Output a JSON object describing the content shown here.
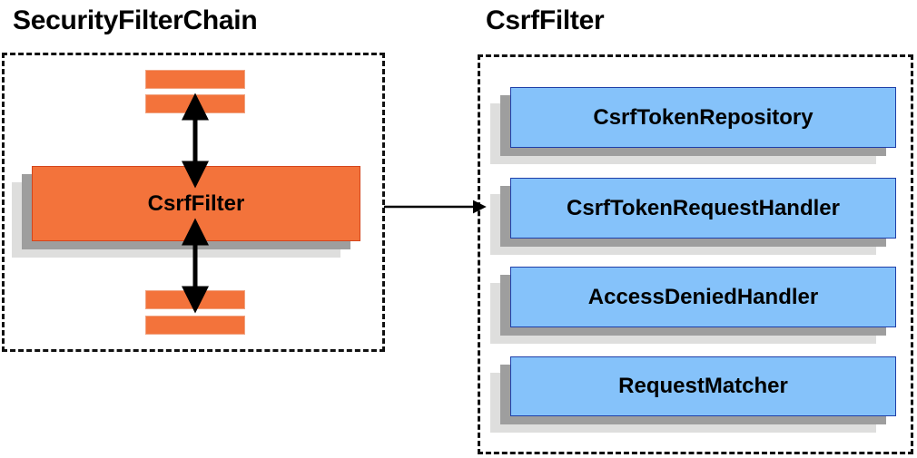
{
  "panels": {
    "left": {
      "title": "SecurityFilterChain",
      "main_node": {
        "label": "CsrfFilter"
      },
      "stub_count": 4
    },
    "right": {
      "title": "CsrfFilter",
      "nodes": [
        {
          "label": "CsrfTokenRepository"
        },
        {
          "label": "CsrfTokenRequestHandler"
        },
        {
          "label": "AccessDeniedHandler"
        },
        {
          "label": "RequestMatcher"
        }
      ]
    }
  },
  "connections": [
    {
      "name": "filter-chain-up",
      "kind": "double-headed-vertical"
    },
    {
      "name": "filter-chain-down",
      "kind": "double-headed-vertical"
    },
    {
      "name": "csrffilter-to-collaborators",
      "kind": "single-headed-horizontal"
    }
  ],
  "colors": {
    "orange_fill": "#f3733b",
    "orange_border": "#d4451c",
    "blue_fill": "#85c2fa",
    "blue_border": "#1f3fa8",
    "shadow_near": "#9e9e9e",
    "shadow_far": "#dededd",
    "stroke": "#000000",
    "background": "#ffffff"
  }
}
